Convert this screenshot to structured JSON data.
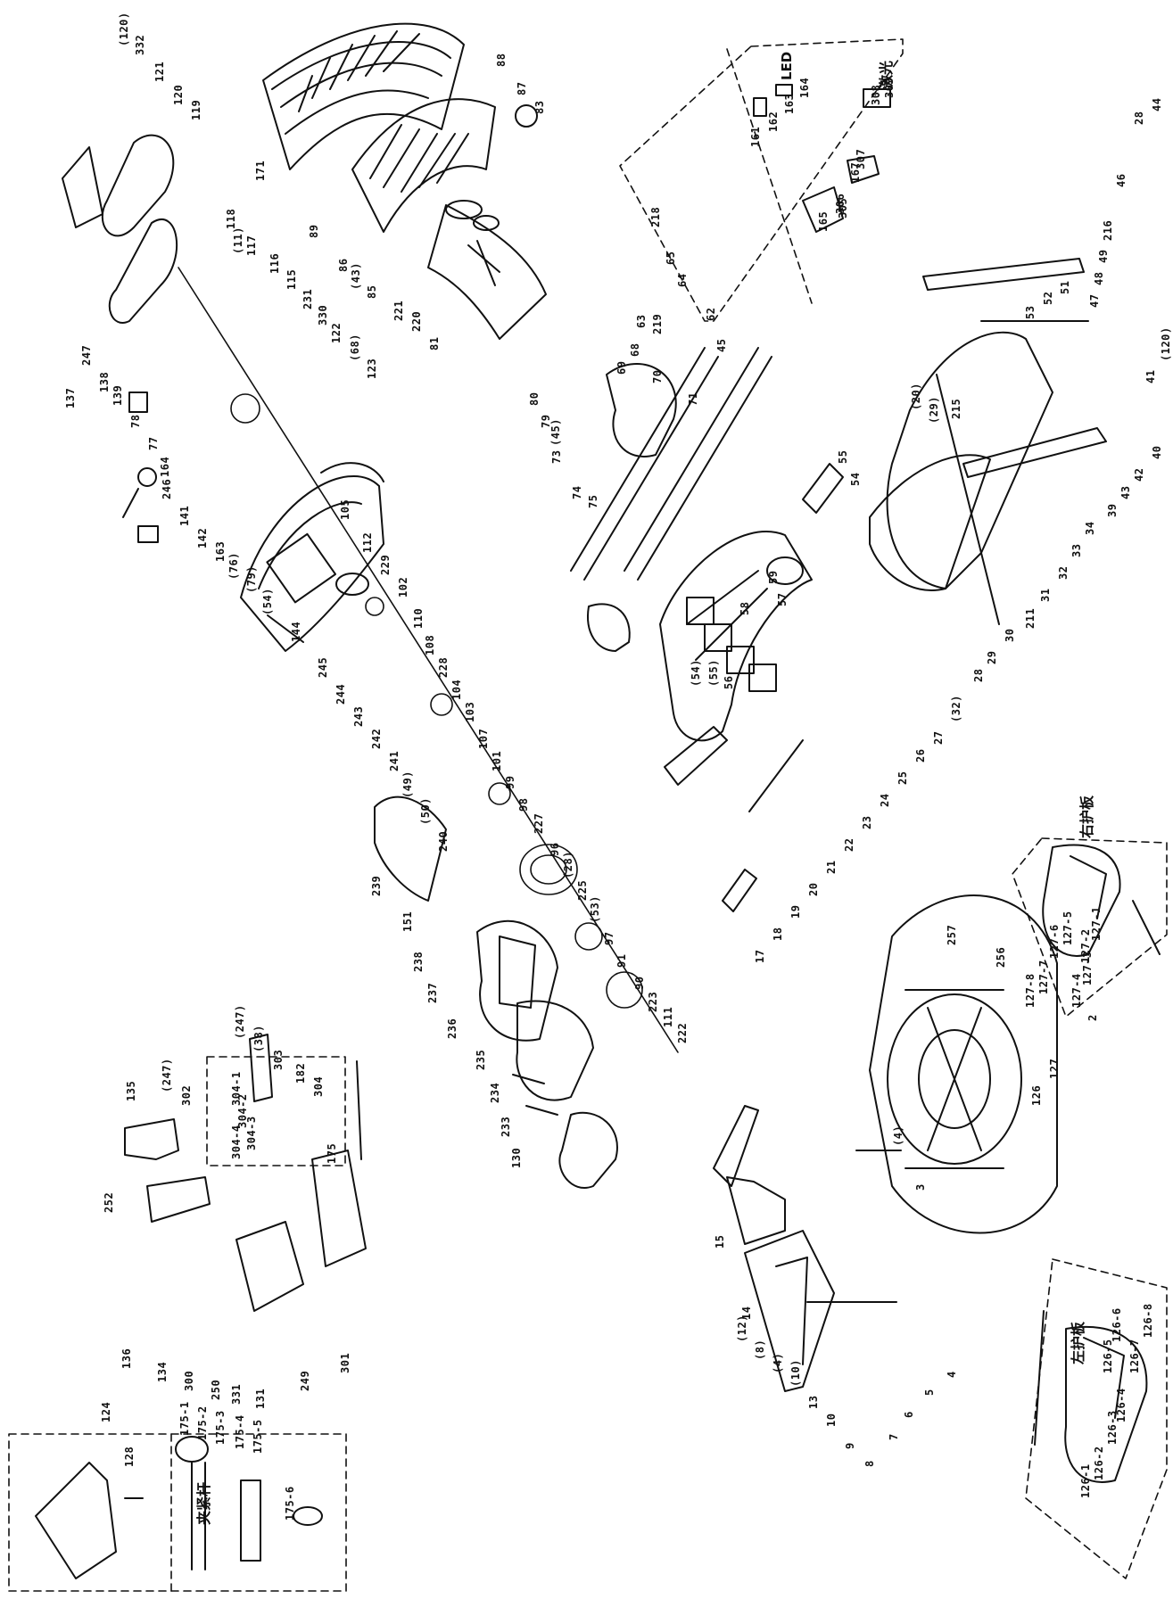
{
  "labels": {
    "l001": "(120)",
    "l002": "332",
    "l003": "121",
    "l004": "120",
    "l005": "119",
    "l006": "118",
    "l007": "(11)",
    "l008": "117",
    "l009": "116",
    "l010": "115",
    "l011": "231",
    "l012": "330",
    "l013": "122",
    "l014": "(68)",
    "l015": "123",
    "l016": "137",
    "l017": "247",
    "l018": "138",
    "l019": "139",
    "l020": "78",
    "l021": "77",
    "l022": "164",
    "l023": "246",
    "l024": "141",
    "l025": "142",
    "l026": "163",
    "l027": "(76)",
    "l028": "(79)",
    "l029": "(54)",
    "l030": "144",
    "l031": "245",
    "l032": "244",
    "l033": "243",
    "l034": "242",
    "l035": "241",
    "l036": "(49)",
    "l037": "(50)",
    "l038": "240",
    "l039": "239",
    "l040": "151",
    "l041": "238",
    "l042": "237",
    "l043": "236",
    "l044": "235",
    "l045": "234",
    "l046": "233",
    "l047": "130",
    "l048": "105",
    "l049": "112",
    "l050": "229",
    "l051": "102",
    "l052": "110",
    "l053": "108",
    "l054": "228",
    "l055": "104",
    "l056": "103",
    "l057": "107",
    "l058": "101",
    "l059": "99",
    "l060": "98",
    "l061": "227",
    "l062": "96",
    "l063": "(28)",
    "l064": "225",
    "l065": "(53)",
    "l066": "97",
    "l067": "91",
    "l068": "90",
    "l069": "223",
    "l070": "111",
    "l071": "222",
    "l072": "171",
    "l073": "89",
    "l074": "88",
    "l075": "87",
    "l076": "83",
    "l077": "86",
    "l078": "(43)",
    "l079": "85",
    "l080": "221",
    "l081": "220",
    "l082": "81",
    "l083": "80",
    "l084": "79",
    "l085": "(45)",
    "l086": "218",
    "l087": "65",
    "l088": "64",
    "l089": "63",
    "l090": "219",
    "l091": "68",
    "l092": "69",
    "l093": "70",
    "l094": "71",
    "l095": "62",
    "l096": "45",
    "l097": "73",
    "l098": "74",
    "l099": "75",
    "l100": "161",
    "l101": "162",
    "l102": "163",
    "l103": "164",
    "l104": "306",
    "l105": "307",
    "l106": "308",
    "l107": "309",
    "l108": "165",
    "l109": "305",
    "l110": "167",
    "l111": "44",
    "l112": "28",
    "l113": "46",
    "l114": "216",
    "l115": "49",
    "l116": "48",
    "l117": "47",
    "l118": "51",
    "l119": "52",
    "l120": "53",
    "l121": "55",
    "l122": "54",
    "l123": "(20)",
    "l124": "(29)",
    "l125": "215",
    "l126": "(120)",
    "l127": "41",
    "l128": "40",
    "l129": "42",
    "l130": "43",
    "l131": "39",
    "l132": "34",
    "l133": "33",
    "l134": "32",
    "l135": "31",
    "l136": "211",
    "l137": "30",
    "l138": "29",
    "l139": "28",
    "l140": "(32)",
    "l141": "27",
    "l142": "26",
    "l143": "25",
    "l144": "24",
    "l145": "23",
    "l146": "22",
    "l147": "21",
    "l148": "20",
    "l149": "19",
    "l150": "18",
    "l151": "17",
    "l152": "59",
    "l153": "57",
    "l154": "(54)",
    "l155": "(55)",
    "l156": "56",
    "l157": "58",
    "l158": "2",
    "l159": "256",
    "l160": "257",
    "l161": "127",
    "l162": "126",
    "l163": "(4)",
    "l164": "3",
    "l165": "4",
    "l166": "5",
    "l167": "6",
    "l168": "7",
    "l169": "8",
    "l170": "9",
    "l171": "10",
    "l172": "13",
    "l173": "(10)",
    "l174": "(4)",
    "l175": "(8)",
    "l176": "(12)",
    "l177": "14",
    "l178": "15",
    "l179": "127-1",
    "l180": "127-2",
    "l181": "127-3",
    "l182": "127-4",
    "l183": "127-5",
    "l184": "127-6",
    "l185": "127-7",
    "l186": "127-8",
    "l187": "126-1",
    "l188": "126-2",
    "l189": "126-3",
    "l190": "126-4",
    "l191": "126-5",
    "l192": "126-6",
    "l193": "126-7",
    "l194": "126-8",
    "l195": "135",
    "l196": "(247)",
    "l197": "302",
    "l198": "(247)",
    "l199": "(38)",
    "l200": "303",
    "l201": "182",
    "l202": "304",
    "l203": "304-1",
    "l204": "304-2",
    "l205": "304-3",
    "l206": "304-4",
    "l207": "252",
    "l208": "136",
    "l209": "134",
    "l210": "300",
    "l211": "250",
    "l212": "331",
    "l213": "131",
    "l214": "249",
    "l215": "301",
    "l216": "175",
    "l217": "124",
    "l218": "128",
    "l219": "175-1",
    "l220": "175-2",
    "l221": "175-3",
    "l222": "175-4",
    "l223": "175-5",
    "l224": "175-6"
  },
  "annotations": {
    "right_guard": "右护板",
    "left_guard": "左护板",
    "clamp_rod": "夹紧杆",
    "laser_en": "LED",
    "laser_cn": "激光"
  }
}
